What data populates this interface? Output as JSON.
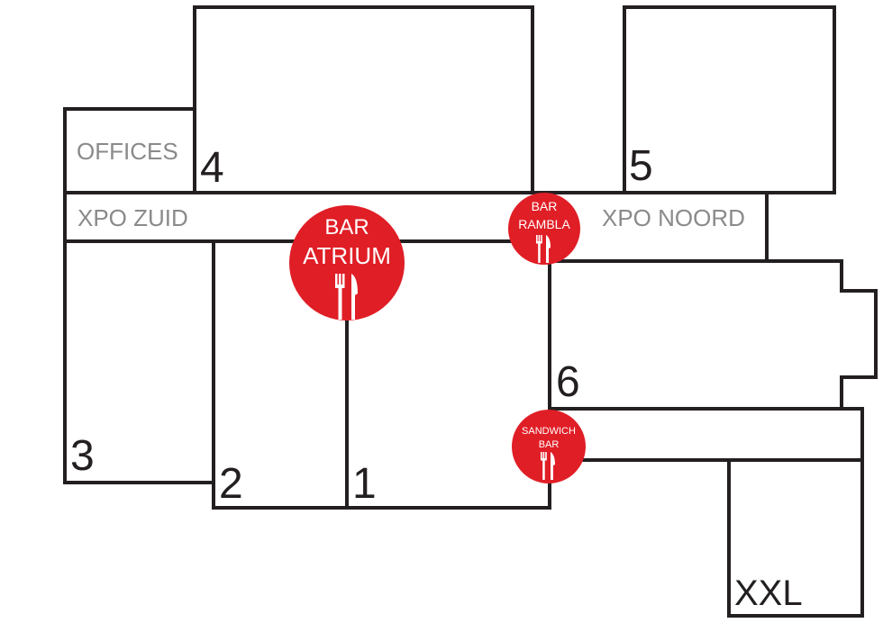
{
  "colors": {
    "wall": "#231f20",
    "bar_red": "#e01e26",
    "zone_gray": "#8a8a8a",
    "background": "#ffffff"
  },
  "halls": {
    "h1": "1",
    "h2": "2",
    "h3": "3",
    "h4": "4",
    "h5": "5",
    "h6": "6",
    "xxl": "XXL"
  },
  "zones": {
    "offices": "OFFICES",
    "xpo_zuid": "XPO ZUID",
    "xpo_noord": "XPO NOORD"
  },
  "bars": {
    "atrium": {
      "line1": "BAR",
      "line2": "ATRIUM",
      "icon": "fork-knife-icon"
    },
    "rambla": {
      "line1": "BAR",
      "line2": "RAMBLA",
      "icon": "fork-knife-icon"
    },
    "sandwich": {
      "line1": "SANDWICH",
      "line2": "BAR",
      "icon": "fork-knife-icon"
    }
  }
}
